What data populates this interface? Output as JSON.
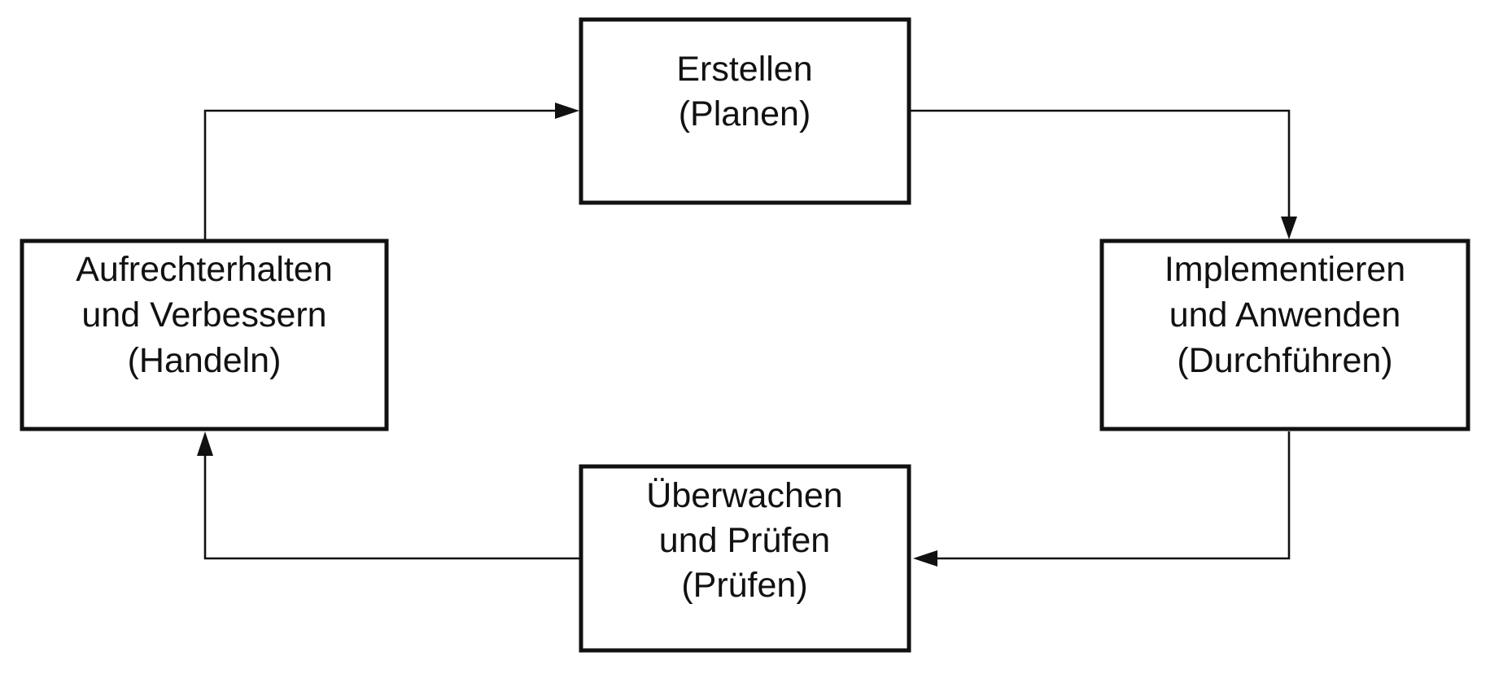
{
  "diagram": {
    "type": "cycle",
    "colors": {
      "stroke": "#111111",
      "fill": "#ffffff",
      "text": "#111111"
    },
    "nodes": {
      "plan": {
        "line1": "Erstellen",
        "line2": "(Planen)"
      },
      "do": {
        "line1": "Implementieren",
        "line2": "und Anwenden",
        "line3": "(Durchführen)"
      },
      "check": {
        "line1": "Überwachen",
        "line2": "und Prüfen",
        "line3": "(Prüfen)"
      },
      "act": {
        "line1": "Aufrechterhalten",
        "line2": "und Verbessern",
        "line3": "(Handeln)"
      }
    },
    "edges": [
      {
        "from": "plan",
        "to": "do"
      },
      {
        "from": "do",
        "to": "check"
      },
      {
        "from": "check",
        "to": "act"
      },
      {
        "from": "act",
        "to": "plan"
      }
    ]
  }
}
